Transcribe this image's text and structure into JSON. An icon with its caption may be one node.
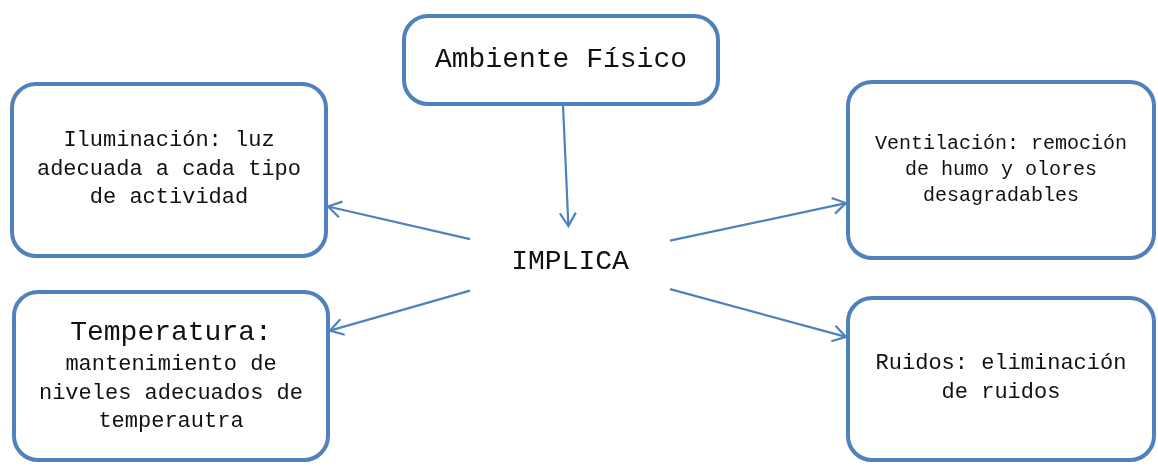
{
  "diagram": {
    "nodes": [
      {
        "text": [
          "Ambiente Físico"
        ]
      },
      {
        "text": [
          "IMPLICA"
        ]
      },
      {
        "text": [
          "Iluminación: luz adecuada a cada tipo de actividad"
        ]
      },
      {
        "text": [
          "Ventilación: remoción de humo y olores desagradables"
        ]
      },
      {
        "text": [
          "Temperatura:",
          "mantenimiento de niveles adecuados de temperautra"
        ]
      },
      {
        "text": [
          "Ruidos: eliminación de ruidos"
        ]
      }
    ],
    "edges": [
      {
        "from": 0,
        "to": 1,
        "arrow": "to"
      },
      {
        "from": 1,
        "to": 2,
        "arrow": "to"
      },
      {
        "from": 1,
        "to": 3,
        "arrow": "to"
      },
      {
        "from": 1,
        "to": 4,
        "arrow": "to"
      },
      {
        "from": 1,
        "to": 5,
        "arrow": "to"
      }
    ]
  }
}
